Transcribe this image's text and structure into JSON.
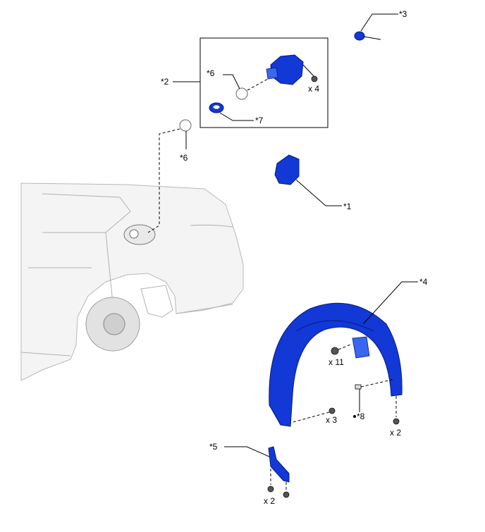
{
  "callouts": {
    "c1": "*1",
    "c2": "*2",
    "c3": "*3",
    "c4": "*4",
    "c5": "*5",
    "c6_box": "*6",
    "c6_body": "*6",
    "c7": "*7",
    "c8": "*8"
  },
  "quantities": {
    "q_box_bolts": "x 4",
    "q_liner_nuts": "x 11",
    "q_liner_screws": "x 3",
    "q_liner_bottom": "x 2",
    "q_bracket": "x 2"
  },
  "colors": {
    "part_blue": "#1238d6",
    "car_gray": "#f4f4f4"
  }
}
